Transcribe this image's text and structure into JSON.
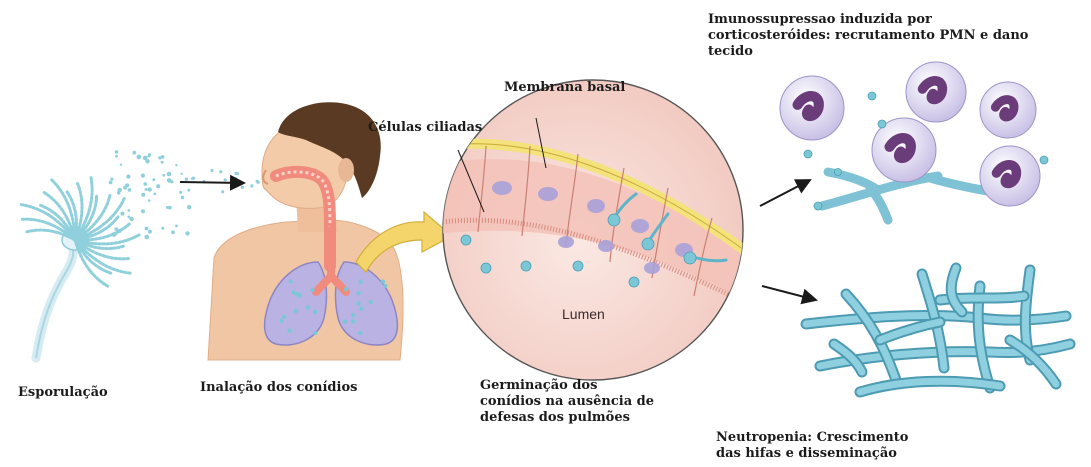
{
  "labels": {
    "sporulation": "Esporulação",
    "inhalation": "Inalação dos conídios",
    "ciliated_cells": "Células ciliadas",
    "basal_membrane": "Membrana basal",
    "lumen": "Lumen",
    "germination": [
      "Germinação dos",
      "conídios na ausência de",
      "defesas dos pulmões"
    ],
    "immunosuppression": [
      "Imunossupressao induzida por",
      "corticosteróides: recrutamento PMN e dano",
      "tecido"
    ],
    "neutropenia": [
      "Neutropenia: Crescimento",
      "das hifas e disseminação"
    ]
  },
  "colors": {
    "spore": "#8fd0dc",
    "skin": "#f1c6a4",
    "hair": "#5a3a22",
    "airway": "#f08b7e",
    "lung": "#b9b2e2",
    "tissue": "#f6d8d1",
    "membrane": "#f4e27a",
    "hypha": "#7fc2d6",
    "neutrophil_nucleus": "#6b3c7a",
    "neutrophil_cell": "#dcd6ee",
    "arrow": "#1a1a1a",
    "callout_arrow": "#f3d56c"
  }
}
